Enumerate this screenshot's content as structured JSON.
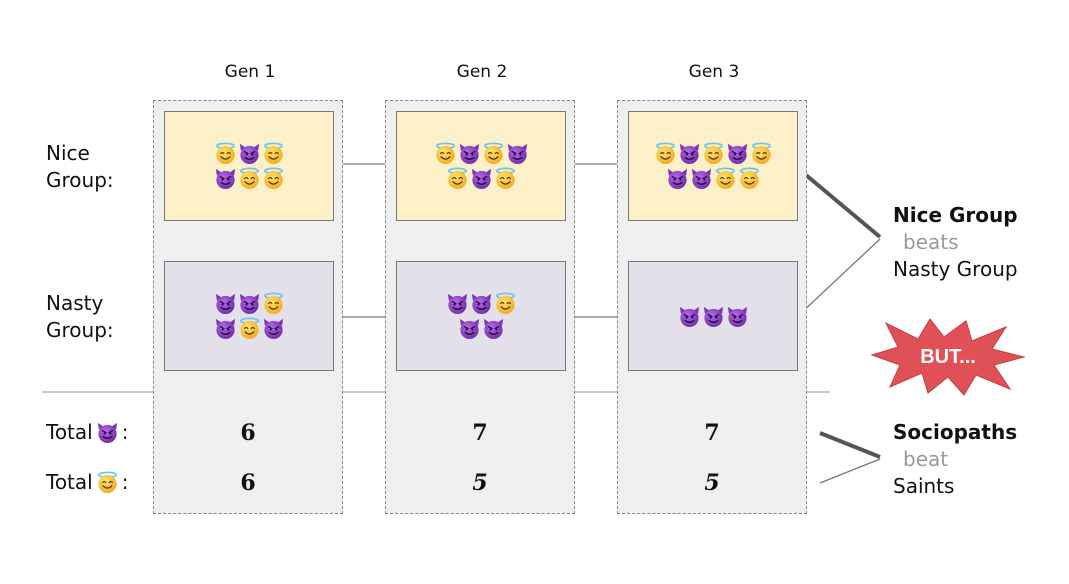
{
  "generations": [
    {
      "label": "Gen 1",
      "nice": [
        [
          "angel",
          "devil",
          "angel"
        ],
        [
          "devil",
          "angel",
          "angel"
        ]
      ],
      "nasty": [
        [
          "devil",
          "devil",
          "angel"
        ],
        [
          "devil",
          "angel",
          "devil"
        ]
      ],
      "total_devil": "6",
      "total_angel": "6"
    },
    {
      "label": "Gen 2",
      "nice": [
        [
          "angel",
          "devil",
          "angel",
          "devil"
        ],
        [
          "angel",
          "devil",
          "angel"
        ]
      ],
      "nasty": [
        [
          "devil",
          "devil",
          "angel"
        ],
        [
          "devil",
          "devil"
        ]
      ],
      "total_devil": "7",
      "total_angel": "5"
    },
    {
      "label": "Gen 3",
      "nice": [
        [
          "angel",
          "devil",
          "angel",
          "devil",
          "angel"
        ],
        [
          "devil",
          "devil",
          "angel",
          "angel"
        ]
      ],
      "nasty": [
        [
          "devil",
          "devil",
          "devil"
        ]
      ],
      "total_devil": "7",
      "total_angel": "5"
    }
  ],
  "row_labels": {
    "nice_line1": "Nice",
    "nice_line2": "Group:",
    "nasty_line1": "Nasty",
    "nasty_line2": "Group:"
  },
  "totals": {
    "devil_label": "Total",
    "angel_label": "Total",
    "colon": ":"
  },
  "conclusion_groups": {
    "winner": "Nice Group",
    "verb": "beats",
    "loser": "Nasty Group"
  },
  "burst": {
    "text": "BUT..."
  },
  "conclusion_individuals": {
    "winner": "Sociopaths",
    "verb": "beat",
    "loser": "Saints"
  },
  "icons": {
    "angel": "smiling-face-with-halo-icon",
    "devil": "smiling-devil-icon"
  },
  "colors": {
    "nice_box": "#fbf0c8",
    "nasty_box": "#e4e0ea",
    "column_bg": "#efefef",
    "devil": "#8a3fc4",
    "angel_face": "#f7c22b",
    "halo": "#7fc9ec",
    "burst": "#e05157"
  }
}
